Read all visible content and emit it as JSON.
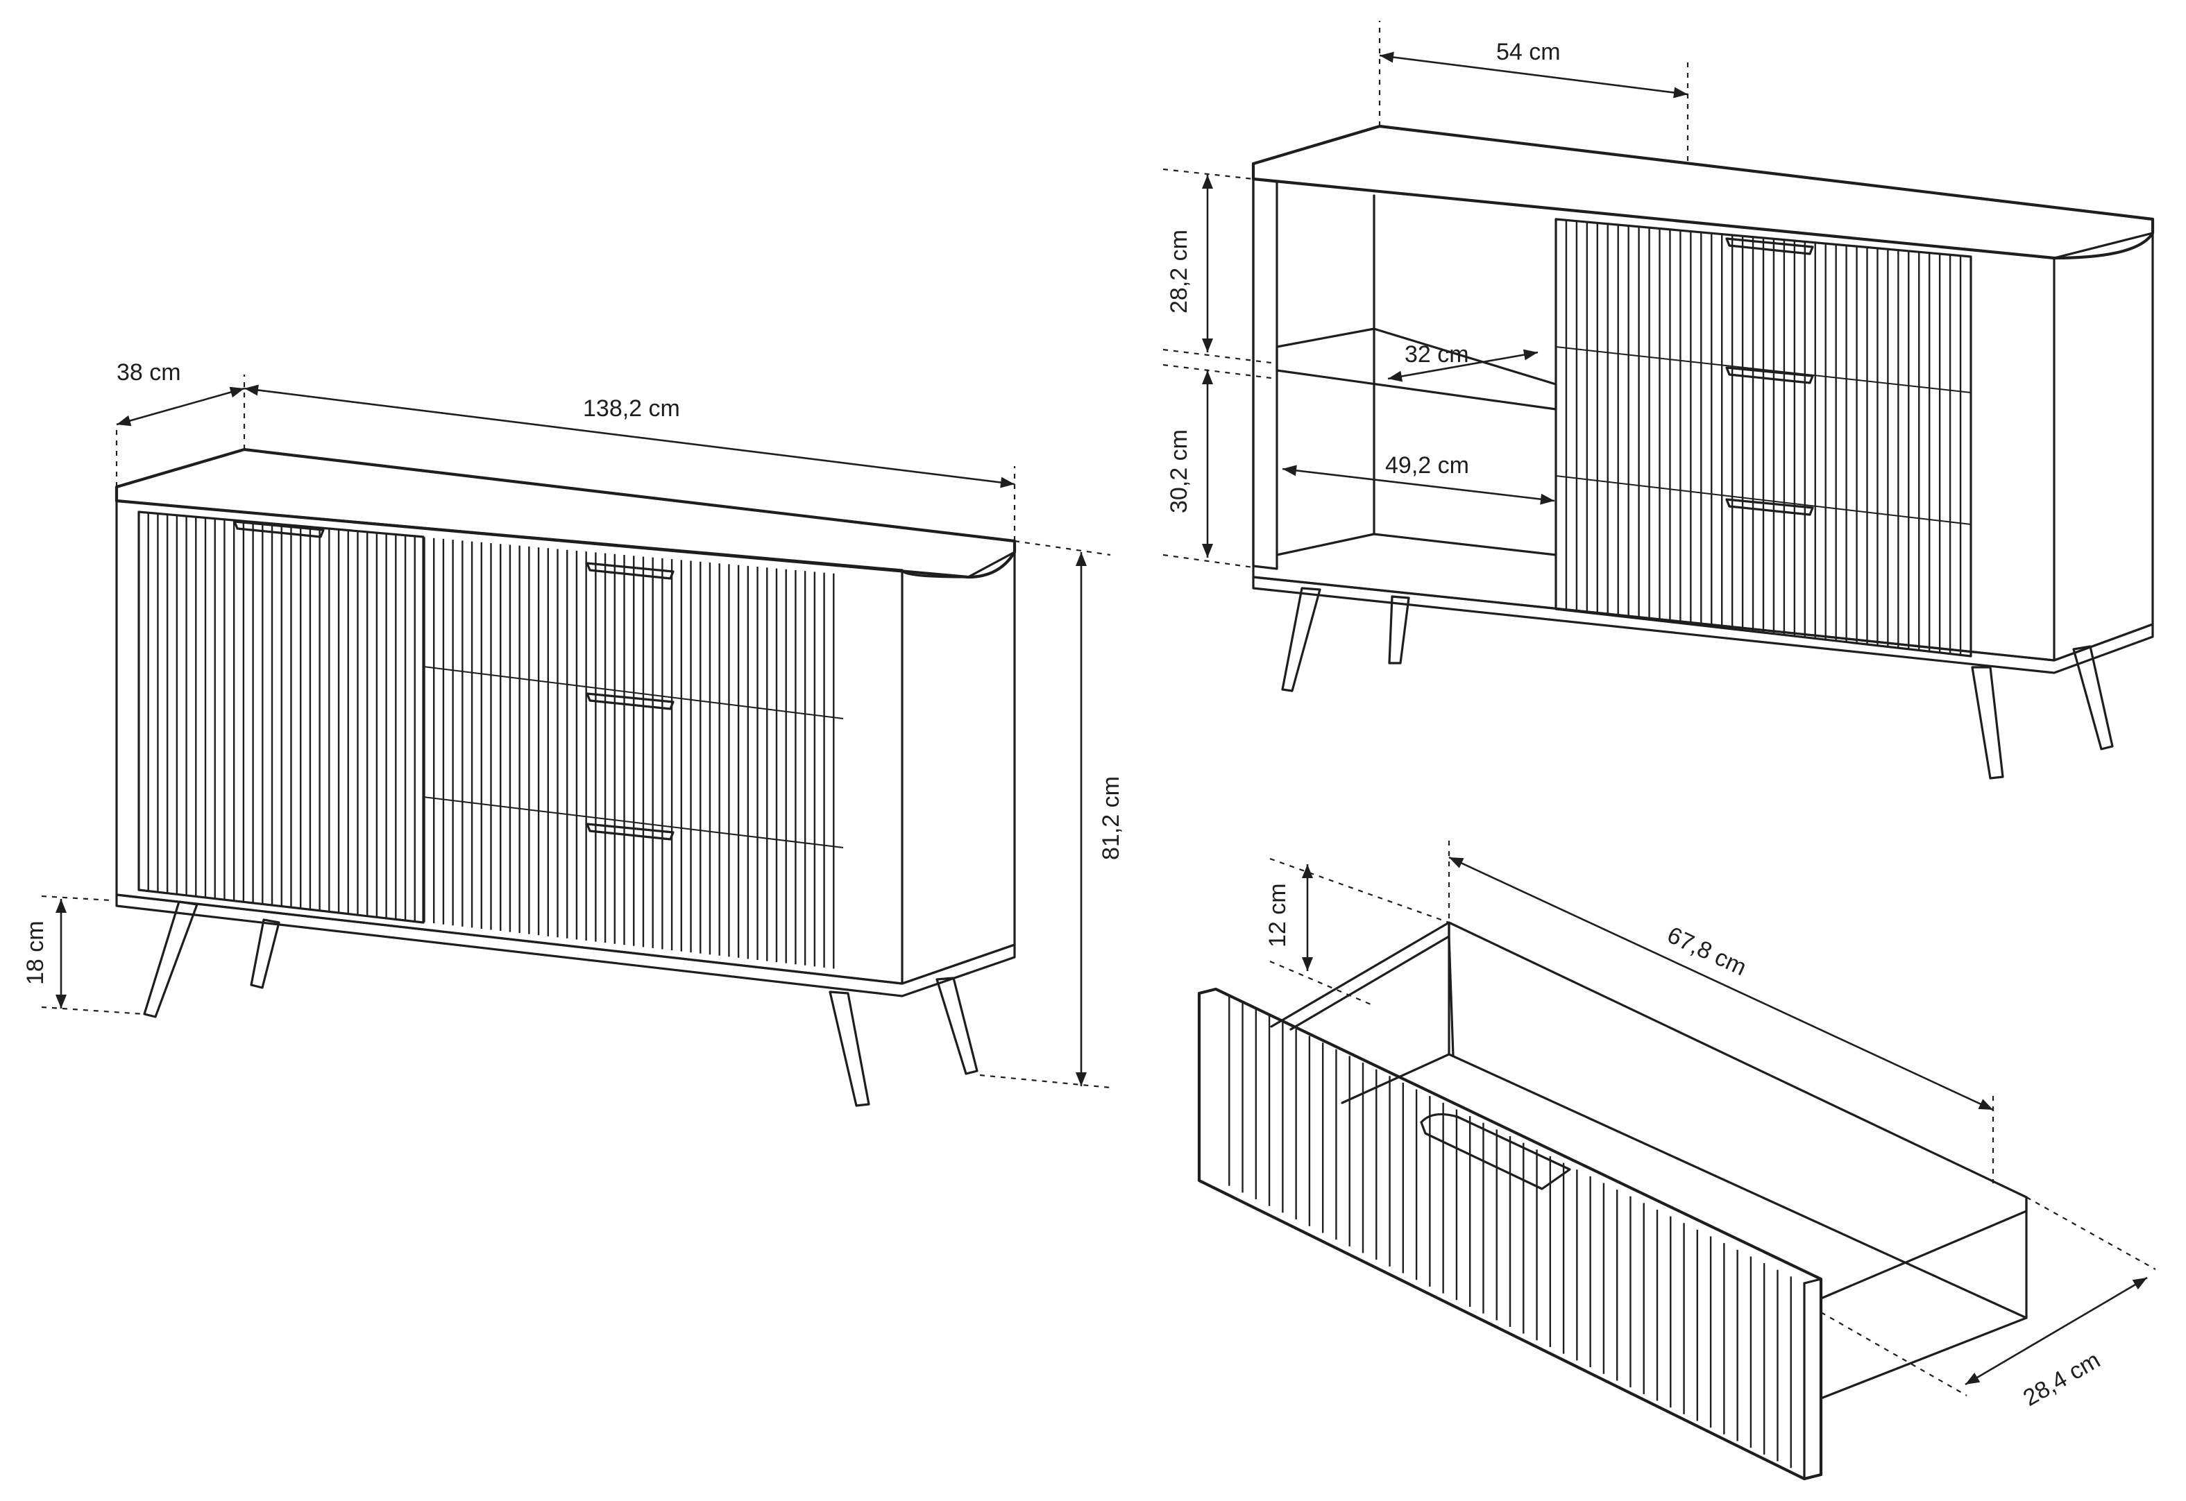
{
  "labels": {
    "front_depth": "38 cm",
    "front_width": "138,2 cm",
    "front_height": "81,2 cm",
    "front_leg": "18 cm",
    "open_depth": "54 cm",
    "open_upper_h": "28,2 cm",
    "open_shelf_depth": "32 cm",
    "open_lower_h": "30,2 cm",
    "open_inner_w": "49,2 cm",
    "drawer_height": "12 cm",
    "drawer_length": "67,8 cm",
    "drawer_depth": "28,4 cm"
  },
  "colors": {
    "ink": "#1e1e1e",
    "background": "#ffffff"
  }
}
